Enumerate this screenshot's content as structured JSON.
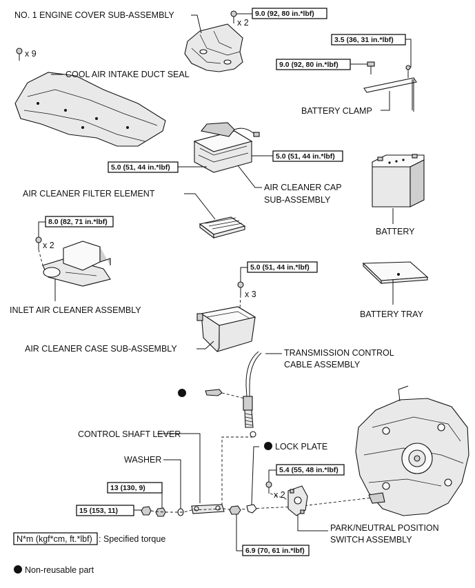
{
  "labels": {
    "engine_cover": "NO. 1 ENGINE COVER SUB-ASSEMBLY",
    "intake_duct_seal": "COOL AIR INTAKE DUCT SEAL",
    "battery_clamp": "BATTERY CLAMP",
    "cap_line1": "AIR CLEANER CAP",
    "cap_line2": "SUB-ASSEMBLY",
    "filter_element": "AIR CLEANER FILTER ELEMENT",
    "battery": "BATTERY",
    "inlet_air_cleaner": "INLET AIR CLEANER ASSEMBLY",
    "battery_tray": "BATTERY TRAY",
    "case": "AIR CLEANER CASE SUB-ASSEMBLY",
    "tcable_line1": "TRANSMISSION CONTROL",
    "tcable_line2": "CABLE ASSEMBLY",
    "control_shaft_lever": "CONTROL SHAFT LEVER",
    "lock_plate": "LOCK PLATE",
    "washer": "WASHER",
    "pnp_line1": "PARK/NEUTRAL POSITION",
    "pnp_line2": "SWITCH ASSEMBLY"
  },
  "quantities": {
    "engine_cover_bolts": "x 2",
    "seal_clips": "x 9",
    "inlet_bolts": "x 2",
    "case_bolts": "x 3",
    "pnp_bolts": "x 2"
  },
  "torques": {
    "engine_cover": "9.0 (92, 80 in.*lbf)",
    "clamp_nut": "3.5 (36, 31 in.*lbf)",
    "clamp_bolt": "9.0 (92, 80 in.*lbf)",
    "cap_right": "5.0 (51, 44 in.*lbf)",
    "cap_left": "5.0 (51, 44 in.*lbf)",
    "inlet": "8.0 (82, 71 in.*lbf)",
    "case": "5.0 (51, 44 in.*lbf)",
    "pnp": "5.4 (55, 48 in.*lbf)",
    "lever_nut": "13 (130, 9)",
    "shaft_nut": "15 (153, 11)",
    "cable_nut": "6.9 (70, 61 in.*lbf)"
  },
  "legend": {
    "torque_box": "N*m (kgf*cm, ft.*lbf)",
    "torque_text": ": Specified torque",
    "non_reusable": "Non-reusable part"
  }
}
